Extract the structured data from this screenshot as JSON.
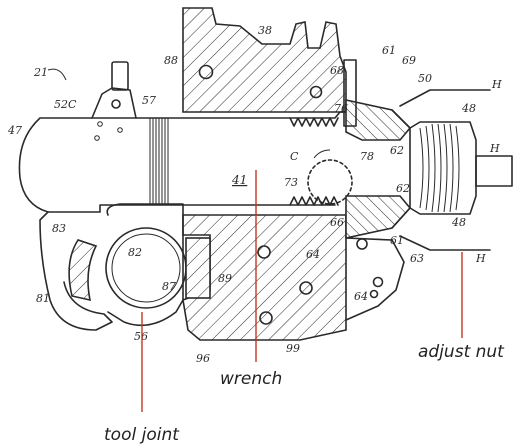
{
  "callouts": {
    "adjust_nut": "adjust nut",
    "wrench": "wrench",
    "tool_joint": "tool joint"
  },
  "refs": {
    "r21": "21",
    "r52c": "52C",
    "r57": "57",
    "r47": "47",
    "r88": "88",
    "r38": "38",
    "r61a": "61",
    "r69": "69",
    "r68": "68",
    "r76": "76",
    "r50": "50",
    "H1": "H",
    "r48a": "48",
    "r62a": "62",
    "H2": "H",
    "C": "C",
    "r78": "78",
    "r73": "73",
    "r41": "41",
    "r62b": "62",
    "r48b": "48",
    "r66": "66",
    "r61b": "61",
    "r63": "63",
    "H3": "H",
    "r64a": "64",
    "r64b": "64",
    "r83": "83",
    "r82": "82",
    "r87": "87",
    "r89": "89",
    "r81": "81",
    "r56": "56",
    "r96": "96",
    "r99": "99"
  },
  "colors": {
    "ink": "#2a2a2a",
    "callout_line": "#c0392b",
    "background": "#ffffff"
  }
}
